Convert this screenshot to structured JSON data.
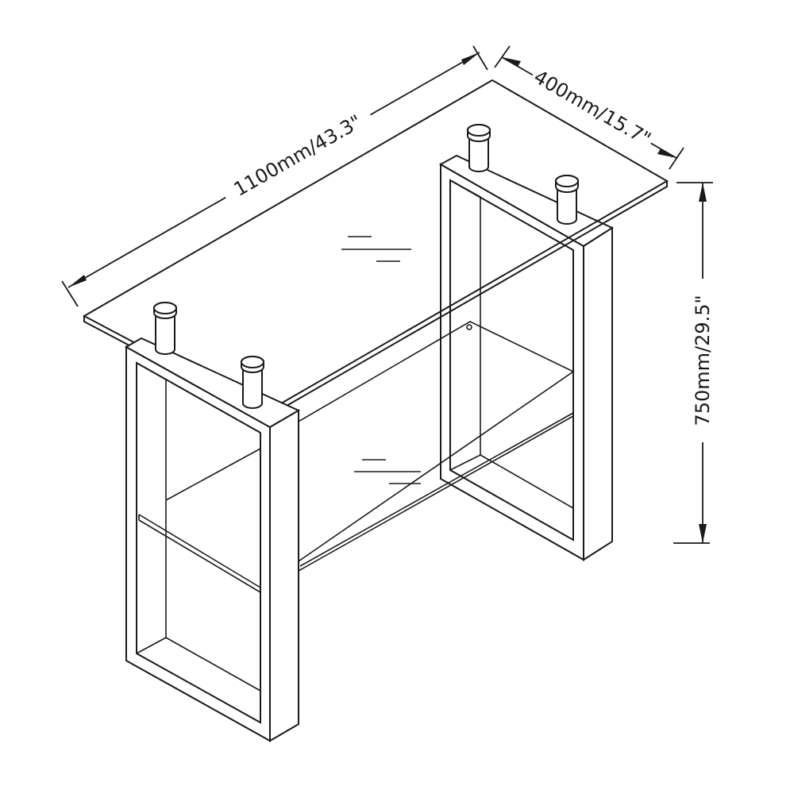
{
  "dimensions": {
    "length_label": "1100mm/43.3\"",
    "depth_label": "400mm/15.7\"",
    "height_label": "750mm/29.5\""
  },
  "colors": {
    "line": "#1a1a1a",
    "background": "#ffffff"
  }
}
